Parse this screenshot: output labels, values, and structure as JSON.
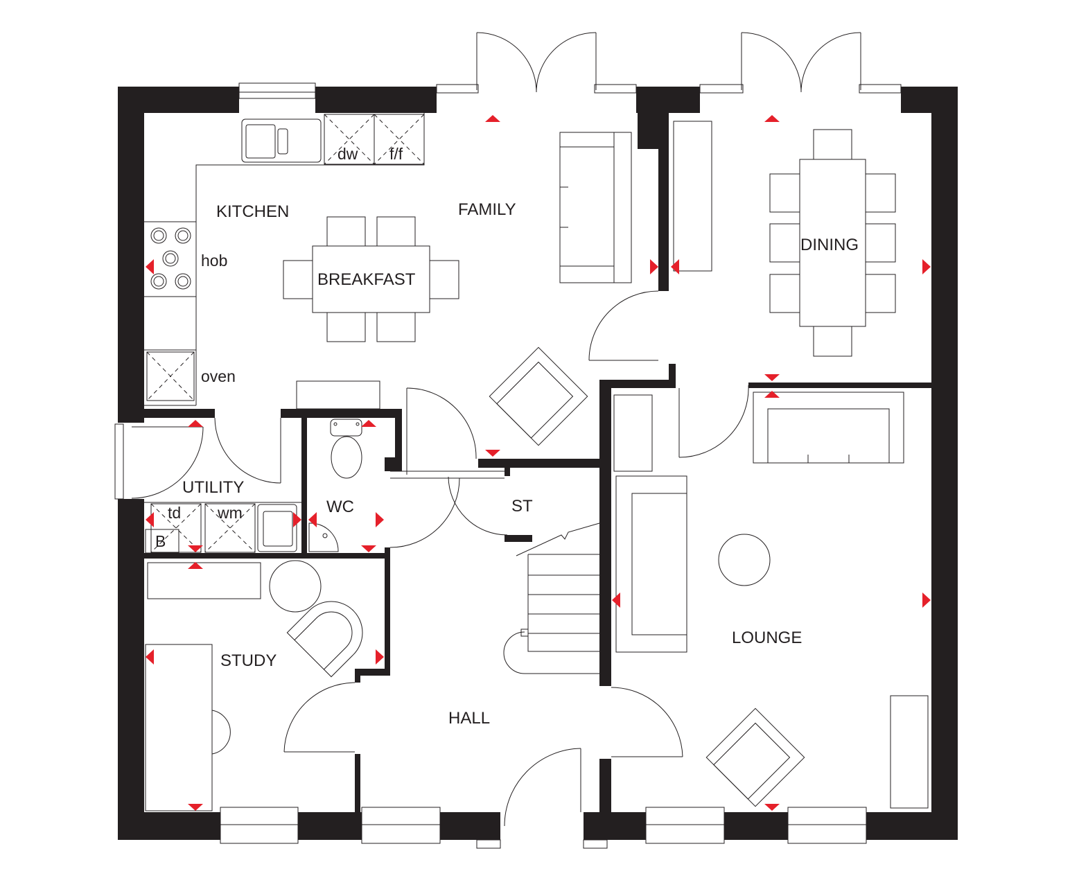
{
  "rooms": {
    "kitchen": "KITCHEN",
    "family": "FAMILY",
    "breakfast": "BREAKFAST",
    "dining": "DINING",
    "utility": "UTILITY",
    "wc": "WC",
    "st": "ST",
    "study": "STUDY",
    "hall": "HALL",
    "lounge": "LOUNGE"
  },
  "fixtures": {
    "hob": "hob",
    "oven": "oven",
    "dishwasher": "dw",
    "fridge_freezer": "f/f",
    "tumble_dryer": "td",
    "washing_machine": "wm",
    "boiler": "B"
  },
  "colors": {
    "wall": "#231f20",
    "marker": "#e5202a",
    "background": "#ffffff"
  }
}
